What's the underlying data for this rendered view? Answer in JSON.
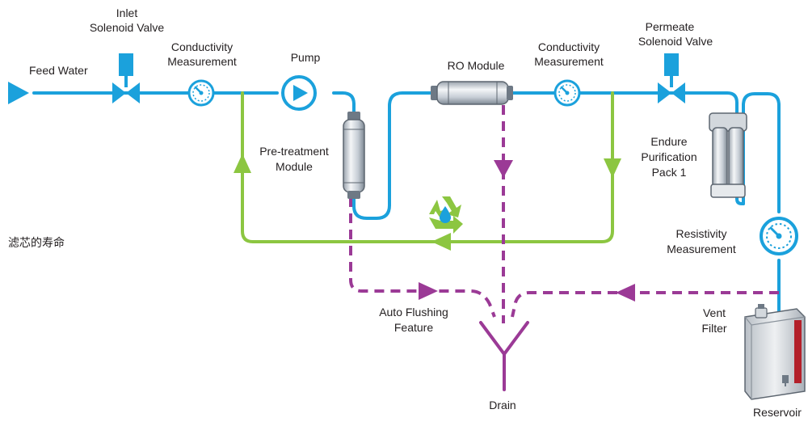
{
  "labels": {
    "feed_water": "Feed Water",
    "inlet_valve_l1": "Inlet",
    "inlet_valve_l2": "Solenoid Valve",
    "cond1_l1": "Conductivity",
    "cond1_l2": "Measurement",
    "pump": "Pump",
    "ro_module": "RO Module",
    "cond2_l1": "Conductivity",
    "cond2_l2": "Measurement",
    "permeate_valve_l1": "Permeate",
    "permeate_valve_l2": "Solenoid Valve",
    "pretreat_l1": "Pre-treatment",
    "pretreat_l2": "Module",
    "endure_l1": "Endure",
    "endure_l2": "Purification",
    "endure_l3": "Pack 1",
    "resistivity_l1": "Resistivity",
    "resistivity_l2": "Measurement",
    "auto_flush_l1": "Auto Flushing",
    "auto_flush_l2": "Feature",
    "drain": "Drain",
    "vent_l1": "Vent",
    "vent_l2": "Filter",
    "reservoir": "Reservoir",
    "side_note": "滤芯的寿命"
  },
  "colors": {
    "feed_line": "#1ba1dc",
    "recirculation_line": "#8cc641",
    "drain_line": "#9b3a96",
    "reservoir_accent": "#b3202a"
  },
  "icons": [
    "feed-arrow-icon",
    "solenoid-valve-icon",
    "conductivity-gauge-icon",
    "pump-icon",
    "ro-module-icon",
    "pretreatment-cartridge-icon",
    "purification-pack-icon",
    "resistivity-gauge-icon",
    "recycle-icon",
    "drain-funnel-icon",
    "reservoir-tank-icon",
    "vent-filter-icon"
  ]
}
